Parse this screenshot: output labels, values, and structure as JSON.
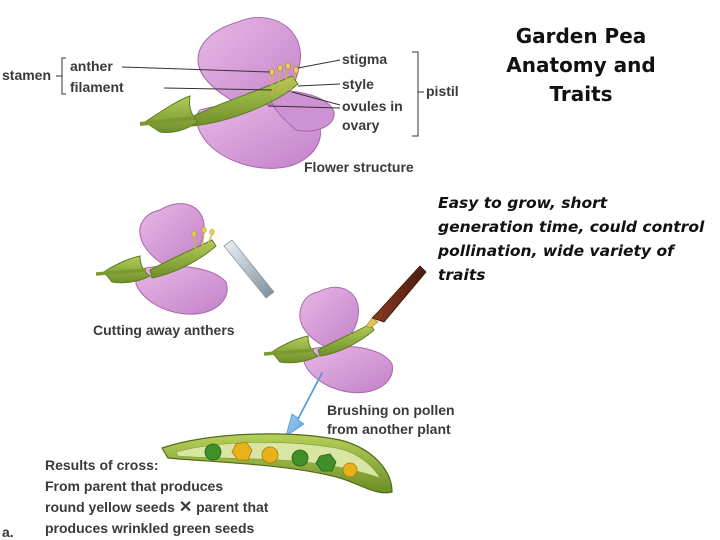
{
  "title": {
    "lines": [
      "Garden Pea",
      "Anatomy and",
      "Traits"
    ]
  },
  "notes": "Easy to grow, short generation time, could control pollination, wide variety of traits",
  "labels": {
    "stamen": "stamen",
    "anther": "anther",
    "filament": "filament",
    "stigma": "stigma",
    "style": "style",
    "ovules": "ovules in",
    "ovary": "ovary",
    "pistil": "pistil",
    "flower_structure": "Flower structure",
    "cutting": "Cutting away anthers",
    "brushing_1": "Brushing on pollen",
    "brushing_2": "from another plant",
    "results": [
      "Results of cross:",
      "From parent that produces",
      "round yellow seeds",
      "parent that",
      "produces wrinkled green seeds"
    ],
    "cross_symbol": "✕",
    "panel": "a."
  },
  "colors": {
    "petal": "#d59ad6",
    "petal_dark": "#b46fb8",
    "stem": "#8fae3c",
    "stem_dark": "#5e7d22",
    "pea_green": "#3f8f2a",
    "pea_yellow": "#e8b21a",
    "arrow": "#5aa9e0"
  }
}
